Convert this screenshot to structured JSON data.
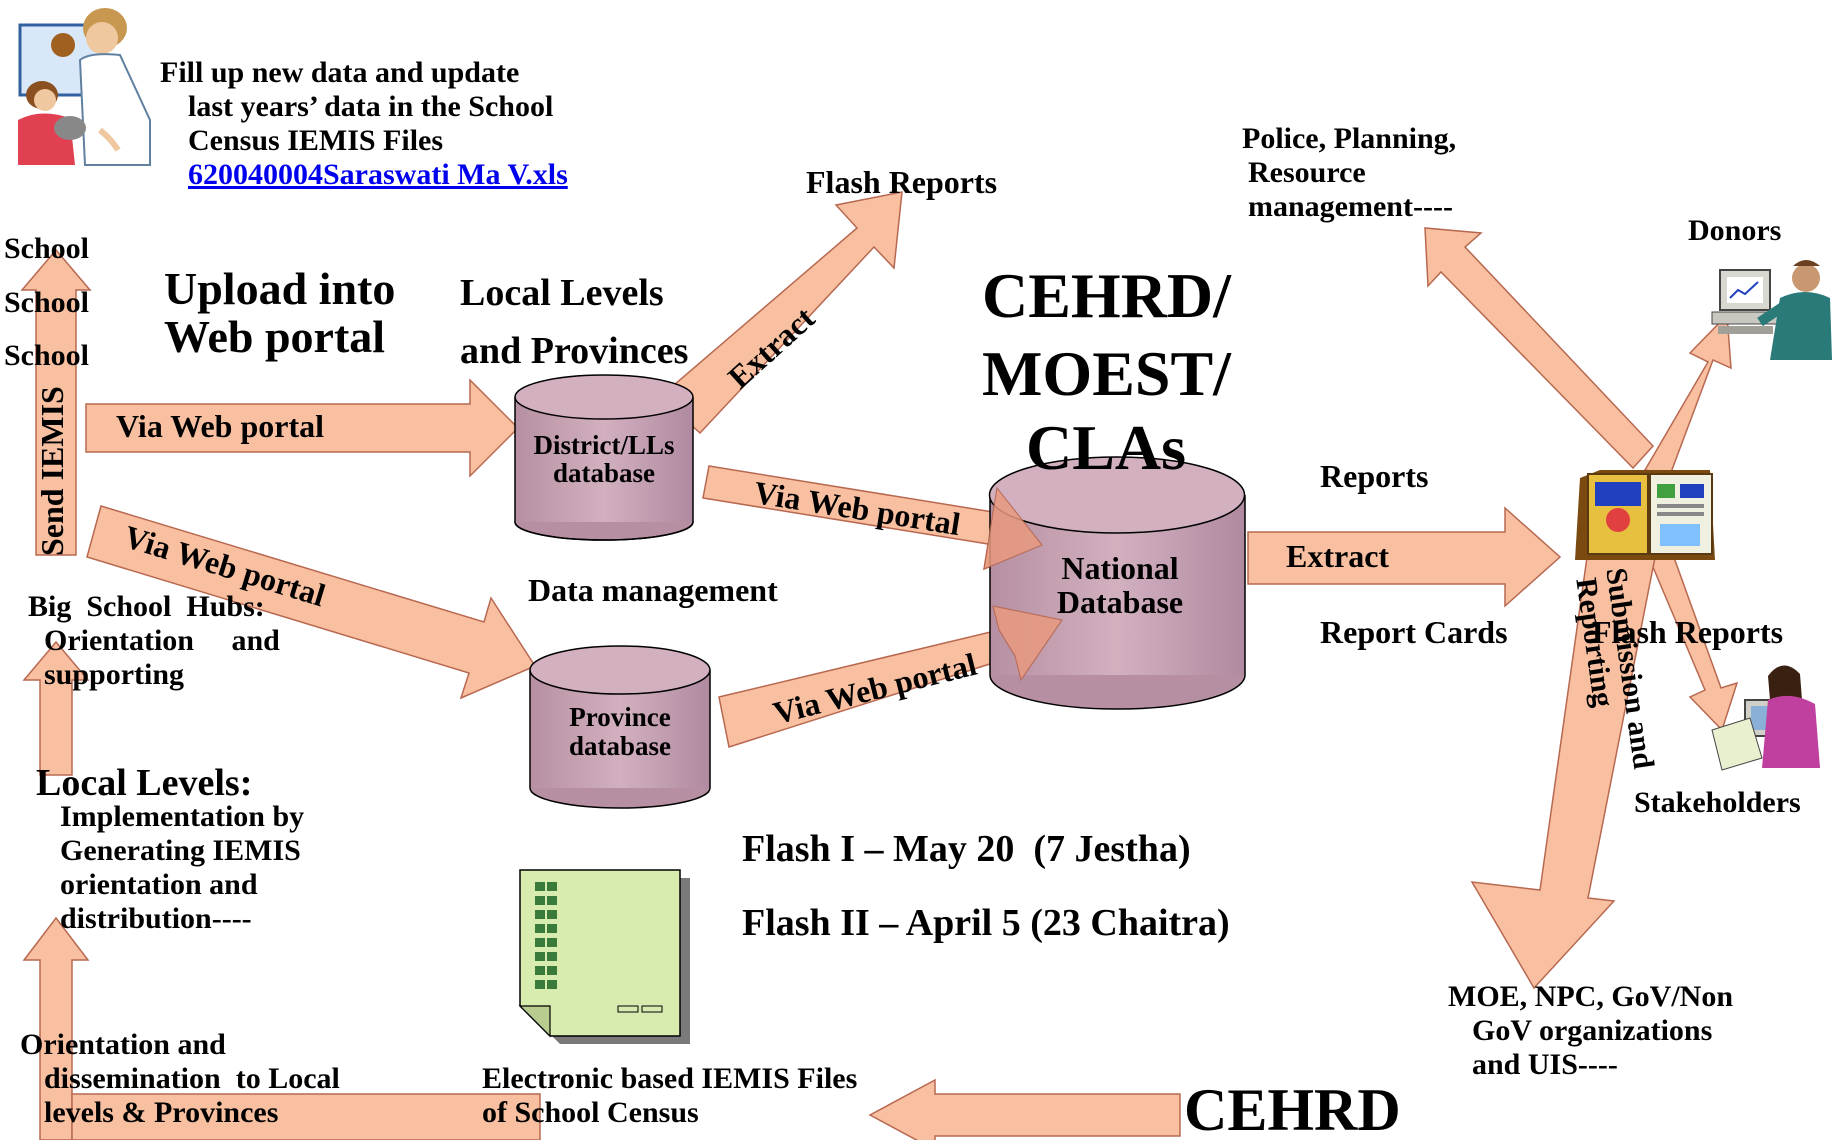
{
  "top_note": {
    "line1": "Fill up new data and update",
    "line2": "last years’ data in the School",
    "line3": "Census IEMIS Files",
    "file_link": "620040004Saraswati Ma V.xls"
  },
  "school_labels": [
    "School",
    "School",
    "School"
  ],
  "upload_title": {
    "line1": "Upload into",
    "line2": "Web portal"
  },
  "local_levels_title": {
    "line1": "Local Levels",
    "line2": "and Provinces"
  },
  "cehrd_title": {
    "line1": "CEHRD/",
    "line2": "MOEST/",
    "line3": "CLAs"
  },
  "arrows": {
    "send_iemis": "Send IEMIS",
    "via_web_portal_1": "Via Web portal",
    "via_web_portal_2": "Via Web portal",
    "via_web_portal_3": "Via Web portal",
    "via_web_portal_4": "Via Web portal",
    "extract_flash": "Extract",
    "extract_reports": "Extract",
    "submission": {
      "line1": "Submission and",
      "line2": "Reporting"
    }
  },
  "databases": {
    "district": {
      "line1": "District/LLs",
      "line2": "database"
    },
    "province": {
      "line1": "Province",
      "line2": "database"
    },
    "national": {
      "line1": "National",
      "line2": "Database"
    }
  },
  "flash_reports_top": "Flash Reports",
  "police_planning": {
    "line1": "Police, Planning,",
    "line2": "Resource",
    "line3": "management----"
  },
  "donors": "Donors",
  "reports": "Reports",
  "report_cards": "Report Cards",
  "flash_reports_right": "Flash Reports",
  "stakeholders": "Stakeholders",
  "moe_block": {
    "line1": "MOE, NPC, GoV/Non",
    "line2": "GoV organizations",
    "line3": "and UIS----"
  },
  "data_management": "Data management",
  "big_school_hubs": {
    "line1": "Big  School  Hubs:",
    "line2": "Orientation     and",
    "line3": "supporting"
  },
  "local_levels_impl": {
    "heading": "Local Levels:",
    "line1": "Implementation by",
    "line2": "Generating IEMIS",
    "line3": "orientation and",
    "line4": "distribution----"
  },
  "flash_dates": {
    "flash1": "Flash I – May 20  (7 Jestha)",
    "flash2": "Flash II – April 5 (23 Chaitra)"
  },
  "orientation": {
    "line1": "Orientation and",
    "line2": "dissemination  to Local",
    "line3": "levels & Provinces"
  },
  "electronic_files": {
    "line1": "Electronic based IEMIS Files",
    "line2": "of School Census"
  },
  "cehrd_bottom": "CEHRD",
  "colors": {
    "arrow_fill": "#f8c0a0",
    "arrow_stroke": "#c07058",
    "cylinder_fill": "#c8a0b0",
    "document_fill": "#d8ecb0",
    "link": "#0000ee"
  },
  "icons": [
    "people-clipart-icon",
    "donor-computer-icon",
    "stakeholder-headset-icon",
    "report-book-icon",
    "census-document-icon"
  ]
}
